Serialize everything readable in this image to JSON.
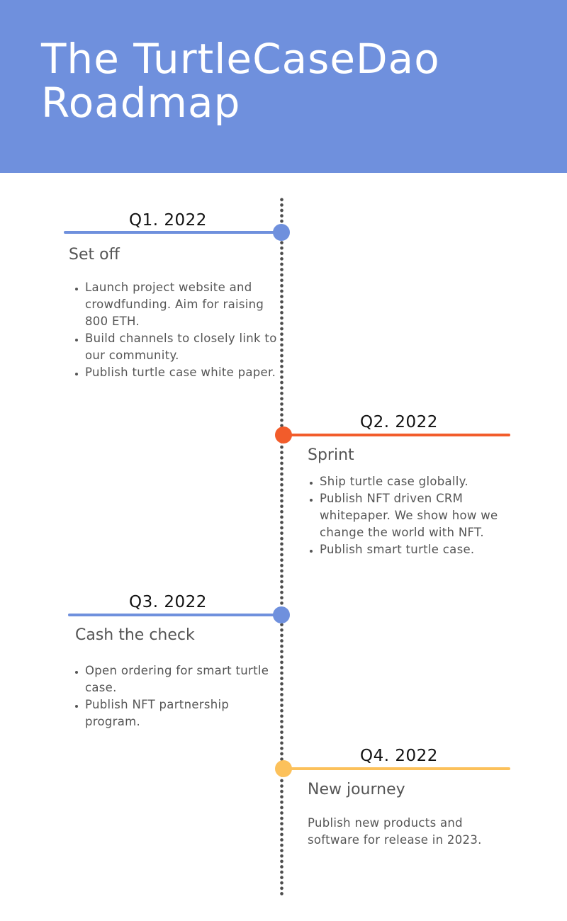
{
  "header": {
    "title_line1": "The TurtleCaseDao",
    "title_line2": "Roadmap"
  },
  "colors": {
    "header_bg": "#6f90dd",
    "q1": "#6f90dd",
    "q2": "#f25c2b",
    "q3": "#6f90dd",
    "q4": "#fcc15b"
  },
  "milestones": [
    {
      "quarter": "Q1. 2022",
      "heading": "Set off",
      "items": [
        "Launch project website and crowdfunding. Aim for raising 800 ETH.",
        "Build channels to closely link to our community.",
        "Publish turtle case white paper."
      ]
    },
    {
      "quarter": "Q2. 2022",
      "heading": "Sprint",
      "items": [
        "Ship turtle case globally.",
        "Publish NFT driven CRM whitepaper. We show how we change the world with NFT.",
        "Publish smart turtle case."
      ]
    },
    {
      "quarter": "Q3. 2022",
      "heading": "Cash the check",
      "items": [
        "Open ordering for smart turtle case.",
        "Publish NFT partnership program."
      ]
    },
    {
      "quarter": "Q4. 2022",
      "heading": "New journey",
      "text": "Publish new products and software for release in 2023."
    }
  ]
}
